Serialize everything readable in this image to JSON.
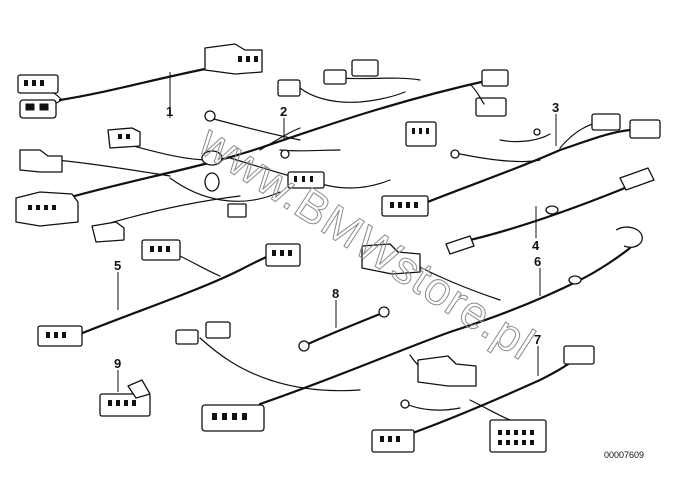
{
  "diagram": {
    "callouts": [
      {
        "label": "1"
      },
      {
        "label": "2"
      },
      {
        "label": "3"
      },
      {
        "label": "4"
      },
      {
        "label": "5"
      },
      {
        "label": "6"
      },
      {
        "label": "7"
      },
      {
        "label": "8"
      },
      {
        "label": "9"
      }
    ],
    "watermark": "www.BMWstore.pl",
    "part_number": "00007609"
  },
  "colors": {
    "line": "#111111",
    "watermark": "#8c8c8c",
    "background": "#ffffff"
  }
}
